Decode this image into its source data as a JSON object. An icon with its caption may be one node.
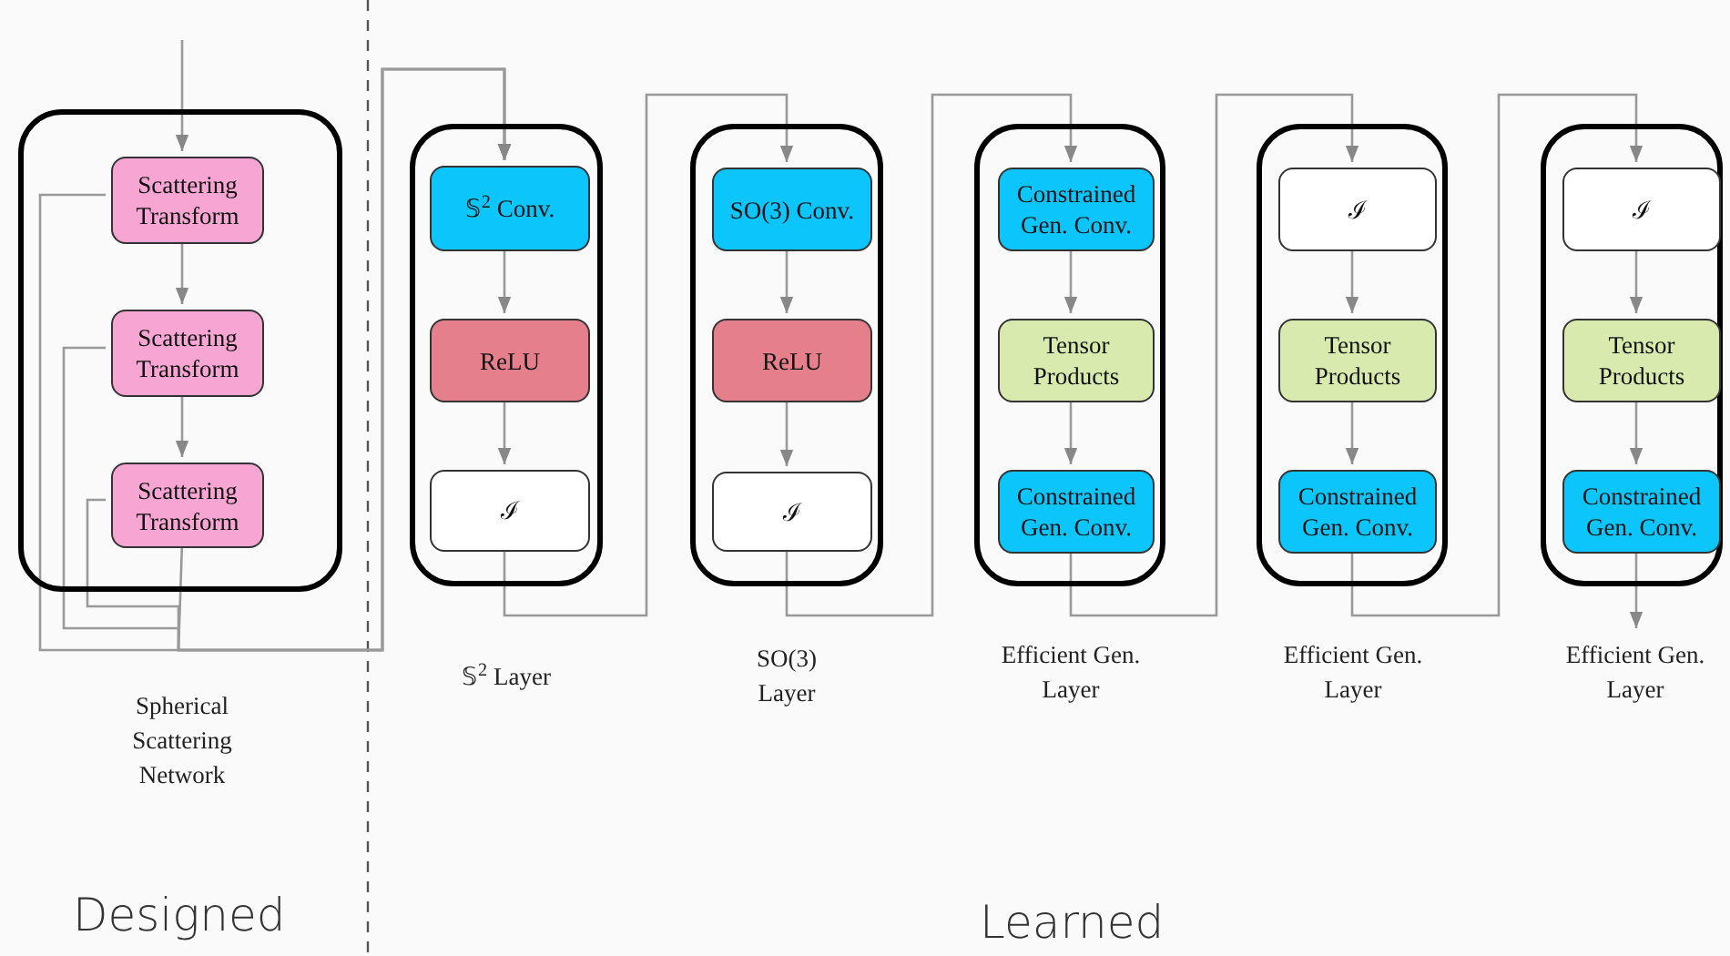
{
  "diagram": {
    "nodes": [
      {
        "text": [],
        "shape": "box"
      },
      {
        "text": [
          "Scattering Transform"
        ],
        "in": 0
      },
      {
        "text": [
          "Scattering Transform"
        ],
        "in": 0
      },
      {
        "text": [
          "Scattering Transform"
        ],
        "in": 0
      },
      {
        "text": [],
        "shape": "box",
        "beside": [
          "𝕊$^{2}$ Layer"
        ]
      },
      {
        "text": [
          "𝕊$^{2}$ Conv."
        ],
        "in": 4
      },
      {
        "text": [
          "ReLU"
        ],
        "in": 4
      },
      {
        "text": [
          "ℐ"
        ],
        "in": 4
      },
      {
        "text": [],
        "shape": "box",
        "beside": [
          "SO(3) Layer"
        ]
      },
      {
        "text": [
          "SO(3) Conv."
        ],
        "in": 8
      },
      {
        "text": [
          "ReLU"
        ],
        "in": 8
      },
      {
        "text": [
          "ℐ"
        ],
        "in": 8
      },
      {
        "text": [],
        "shape": "box",
        "beside": [
          "Efficient Gen. Layer"
        ]
      },
      {
        "text": [
          "Constrained Gen. Conv."
        ],
        "in": 12
      },
      {
        "text": [
          "Tensor Products"
        ],
        "in": 12
      },
      {
        "text": [
          "Constrained Gen. Conv."
        ],
        "in": 12
      },
      {
        "text": [],
        "shape": "box",
        "beside": [
          "Efficient Gen. Layer"
        ]
      },
      {
        "text": [
          "ℐ"
        ],
        "in": 16
      },
      {
        "text": [
          "Tensor Products"
        ],
        "in": 16
      },
      {
        "text": [
          "Constrained Gen. Conv."
        ],
        "in": 16
      },
      {
        "text": [],
        "shape": "box",
        "beside": [
          "Efficient Gen. Layer"
        ]
      },
      {
        "text": [
          "ℐ"
        ],
        "in": 20
      },
      {
        "text": [
          "Tensor Products"
        ],
        "in": 20
      },
      {
        "text": [
          "Constrained Gen. Conv."
        ],
        "in": 20
      }
    ],
    "edges": [
      {
        "from": null,
        "to": 1,
        "arrow": "to"
      },
      {
        "from": 1,
        "to": 2,
        "arrow": "to"
      },
      {
        "from": 2,
        "to": 3,
        "arrow": "to"
      },
      {
        "from": 1,
        "to": 5,
        "arrow": "to"
      },
      {
        "from": 2,
        "to": 5,
        "arrow": "to"
      },
      {
        "from": 3,
        "to": 5,
        "arrow": "to"
      },
      {
        "from": 3,
        "to": 5,
        "arrow": "to"
      },
      {
        "from": 5,
        "to": 6,
        "arrow": "to"
      },
      {
        "from": 6,
        "to": 7,
        "arrow": "to"
      },
      {
        "from": 7,
        "to": 9,
        "arrow": "to"
      },
      {
        "from": 9,
        "to": 10,
        "arrow": "to"
      },
      {
        "from": 10,
        "to": 11,
        "arrow": "to"
      },
      {
        "from": 11,
        "to": 13,
        "arrow": "to"
      },
      {
        "from": 13,
        "to": 14,
        "arrow": "to"
      },
      {
        "from": 14,
        "to": 15,
        "arrow": "to"
      },
      {
        "from": 15,
        "to": 17,
        "arrow": "to"
      },
      {
        "from": 17,
        "to": 18,
        "arrow": "to"
      },
      {
        "from": 18,
        "to": 19,
        "arrow": "to"
      },
      {
        "from": 19,
        "to": 21,
        "arrow": "to"
      },
      {
        "from": 21,
        "to": 22,
        "arrow": "to"
      },
      {
        "from": 22,
        "to": 23,
        "arrow": "to"
      },
      {
        "from": 23,
        "to": null,
        "arrow": "to"
      }
    ],
    "labels": [
      "Spherical Scattering Network",
      "Designed",
      "Learned"
    ]
  }
}
